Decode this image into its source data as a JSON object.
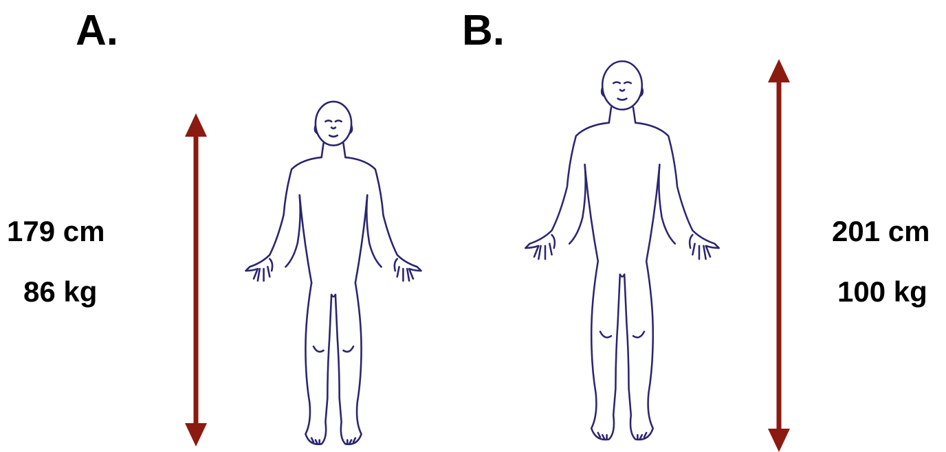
{
  "panels": [
    {
      "letter": "A.",
      "height_label": "179 cm",
      "weight_label": "86 kg"
    },
    {
      "letter": "B.",
      "height_label": "201 cm",
      "weight_label": "100 kg"
    }
  ],
  "colors": {
    "arrow": "#8b1a10",
    "outline": "#2a2670",
    "text": "#000000"
  }
}
